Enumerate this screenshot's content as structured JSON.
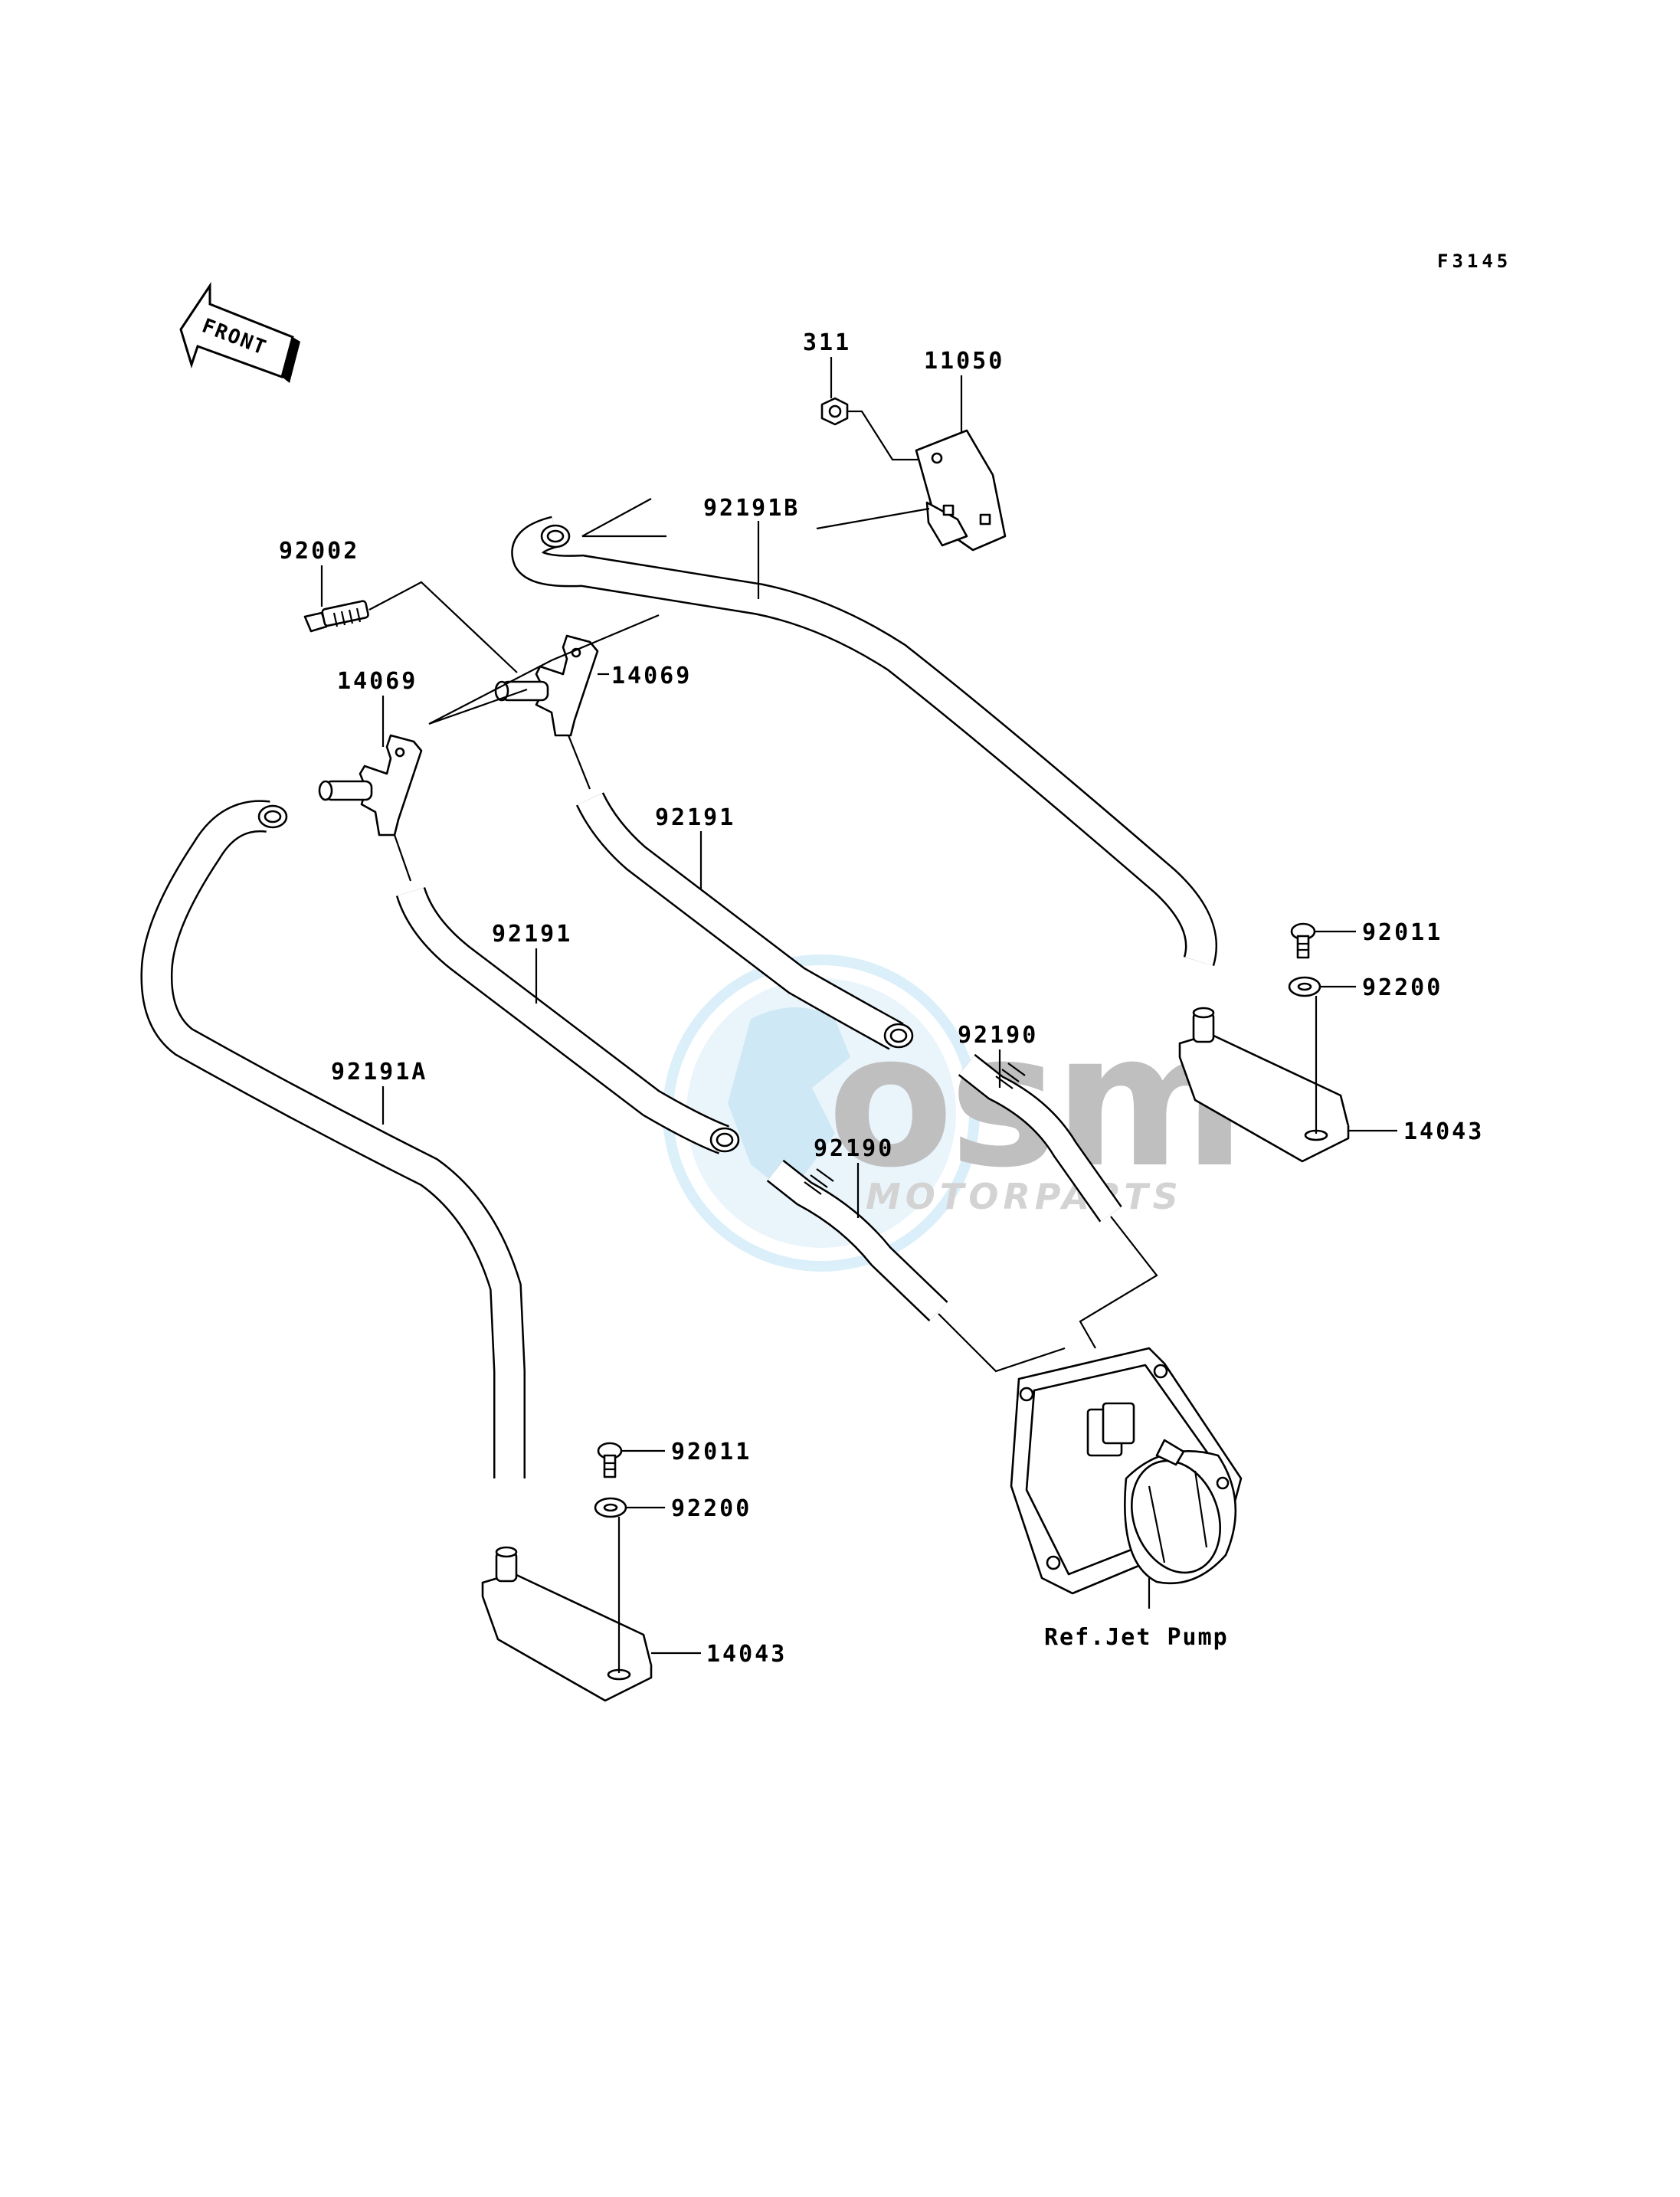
{
  "figure_code": "F3145",
  "front_arrow": {
    "text": "FRONT",
    "icon": "front-direction-arrow-icon"
  },
  "watermark": {
    "brand": "osm",
    "subtitle": "MOTORPARTS",
    "colors": {
      "globe": "#3aa6e0",
      "letters": "#9a9a9a"
    }
  },
  "callouts": {
    "p311": "311",
    "p11050": "11050",
    "p92191B": "92191B",
    "p92002": "92002",
    "p14069_right": "14069",
    "p14069_left": "14069",
    "p92191_upper": "92191",
    "p92191_lower": "92191",
    "p92191A": "92191A",
    "p92190_upper": "92190",
    "p92190_lower": "92190",
    "p92011_right": "92011",
    "p92200_right": "92200",
    "p14043_right": "14043",
    "p92011_left": "92011",
    "p92200_left": "92200",
    "p14043_left": "14043",
    "ref_jet_pump": "Ref.Jet Pump"
  }
}
